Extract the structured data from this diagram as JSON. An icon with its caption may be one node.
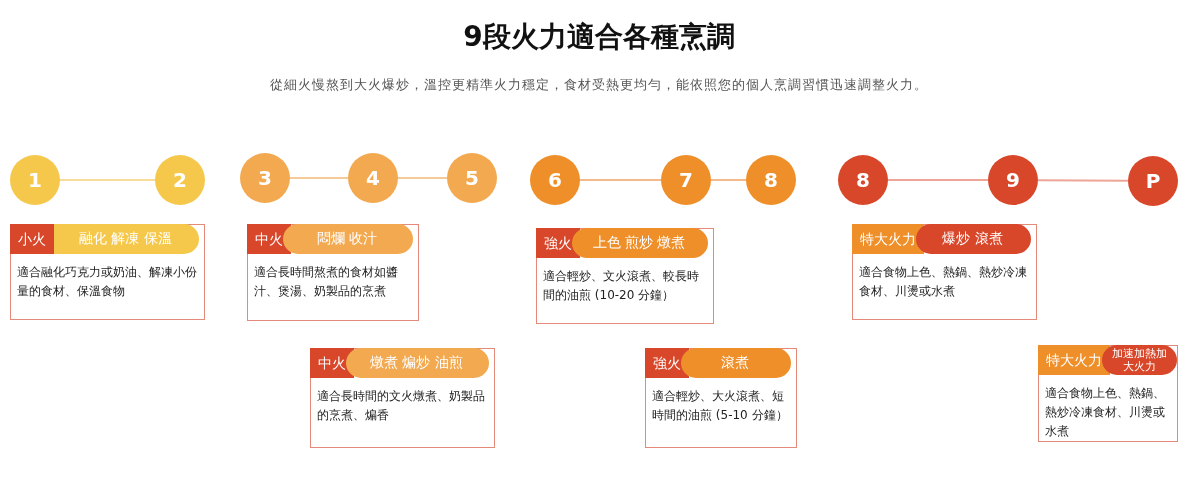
{
  "diagram": {
    "title": "9段火力適合各種烹調",
    "nodes": [
      {
        "text": [
          "1"
        ]
      },
      {
        "text": [
          "2"
        ]
      },
      {
        "text": [
          "3"
        ]
      },
      {
        "text": [
          "4"
        ]
      },
      {
        "text": [
          "5"
        ]
      },
      {
        "text": [
          "6"
        ]
      },
      {
        "text": [
          "7"
        ]
      },
      {
        "text": [
          "8"
        ]
      },
      {
        "text": [
          "8"
        ]
      },
      {
        "text": [
          "9"
        ]
      },
      {
        "text": [
          "P"
        ]
      },
      {
        "text": [
          "小火",
          "融化 解凍 保溫",
          "適合融化巧克力或奶油、解凍小份量的食材、保溫食物"
        ]
      },
      {
        "text": [
          "中火",
          "悶爛 收汁",
          "適合長時間熬煮的食材如醬汁、煲湯、奶製品的烹煮"
        ]
      },
      {
        "text": [
          "中火",
          "燉煮 煸炒 油煎",
          "適合長時間的文火燉煮、奶製品的烹煮、煸香"
        ]
      },
      {
        "text": [
          "強火",
          "上色 煎炒 燉煮",
          "適合輕炒、文火滾煮、較長時間的油煎 (10-20 分鐘）"
        ]
      },
      {
        "text": [
          "強火",
          "滾煮",
          "適合輕炒、大火滾煮、短時間的油煎 (5-10 分鐘）"
        ]
      },
      {
        "text": [
          "特大火力",
          "爆炒 滾煮",
          "適合食物上色、熱鍋、熱炒冷凍食材、川燙或水煮"
        ]
      },
      {
        "text": [
          "特大火力",
          "加速加熱加大火力",
          "適合食物上色、熱鍋、熱炒冷凍食材、川燙或水煮"
        ]
      }
    ],
    "edges": [
      {
        "from": 0,
        "to": 1,
        "arrow": "none"
      },
      {
        "from": 2,
        "to": 3,
        "arrow": "none"
      },
      {
        "from": 3,
        "to": 4,
        "arrow": "none"
      },
      {
        "from": 5,
        "to": 6,
        "arrow": "none"
      },
      {
        "from": 6,
        "to": 7,
        "arrow": "none"
      },
      {
        "from": 8,
        "to": 9,
        "arrow": "none"
      },
      {
        "from": 9,
        "to": 10,
        "arrow": "none"
      }
    ],
    "labels": [
      "從細火慢熬到大火爆炒，溫控更精準火力穩定，食材受熱更均勻，能依照您的個人烹調習慣迅速調整火力。"
    ]
  }
}
